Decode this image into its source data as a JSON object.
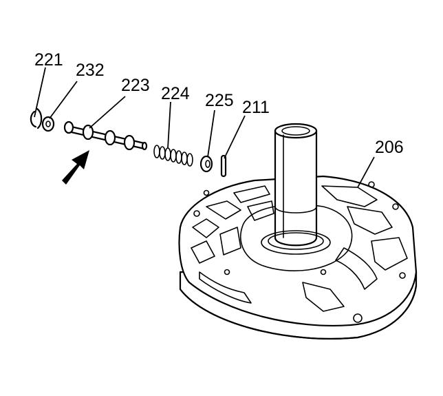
{
  "callouts": [
    {
      "id": "221",
      "label": "221"
    },
    {
      "id": "232",
      "label": "232"
    },
    {
      "id": "223",
      "label": "223"
    },
    {
      "id": "224",
      "label": "224"
    },
    {
      "id": "225",
      "label": "225"
    },
    {
      "id": "211",
      "label": "211"
    },
    {
      "id": "206",
      "label": "206"
    }
  ],
  "colors": {
    "ink": "#000000",
    "paper": "#ffffff"
  }
}
